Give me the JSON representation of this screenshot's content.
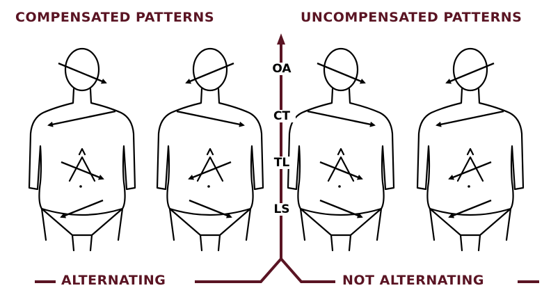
{
  "colors": {
    "accent": "#5a1423",
    "figure": "#000000",
    "background": "#ffffff"
  },
  "headings": {
    "left": "COMPENSATED PATTERNS",
    "right": "UNCOMPENSATED PATTERNS"
  },
  "regions": [
    "OA",
    "CT",
    "TL",
    "LS"
  ],
  "bottom_labels": {
    "left": "ALTERNATING",
    "right": "NOT ALTERNATING"
  },
  "figures": [
    {
      "group": "compensated",
      "arrows": [
        "right",
        "left",
        "right",
        "left"
      ]
    },
    {
      "group": "compensated",
      "arrows": [
        "left",
        "right",
        "left",
        "right"
      ]
    },
    {
      "group": "uncompensated",
      "arrows": [
        "right",
        "right",
        "right",
        "right"
      ]
    },
    {
      "group": "uncompensated",
      "arrows": [
        "left",
        "left",
        "left",
        "left"
      ]
    }
  ]
}
